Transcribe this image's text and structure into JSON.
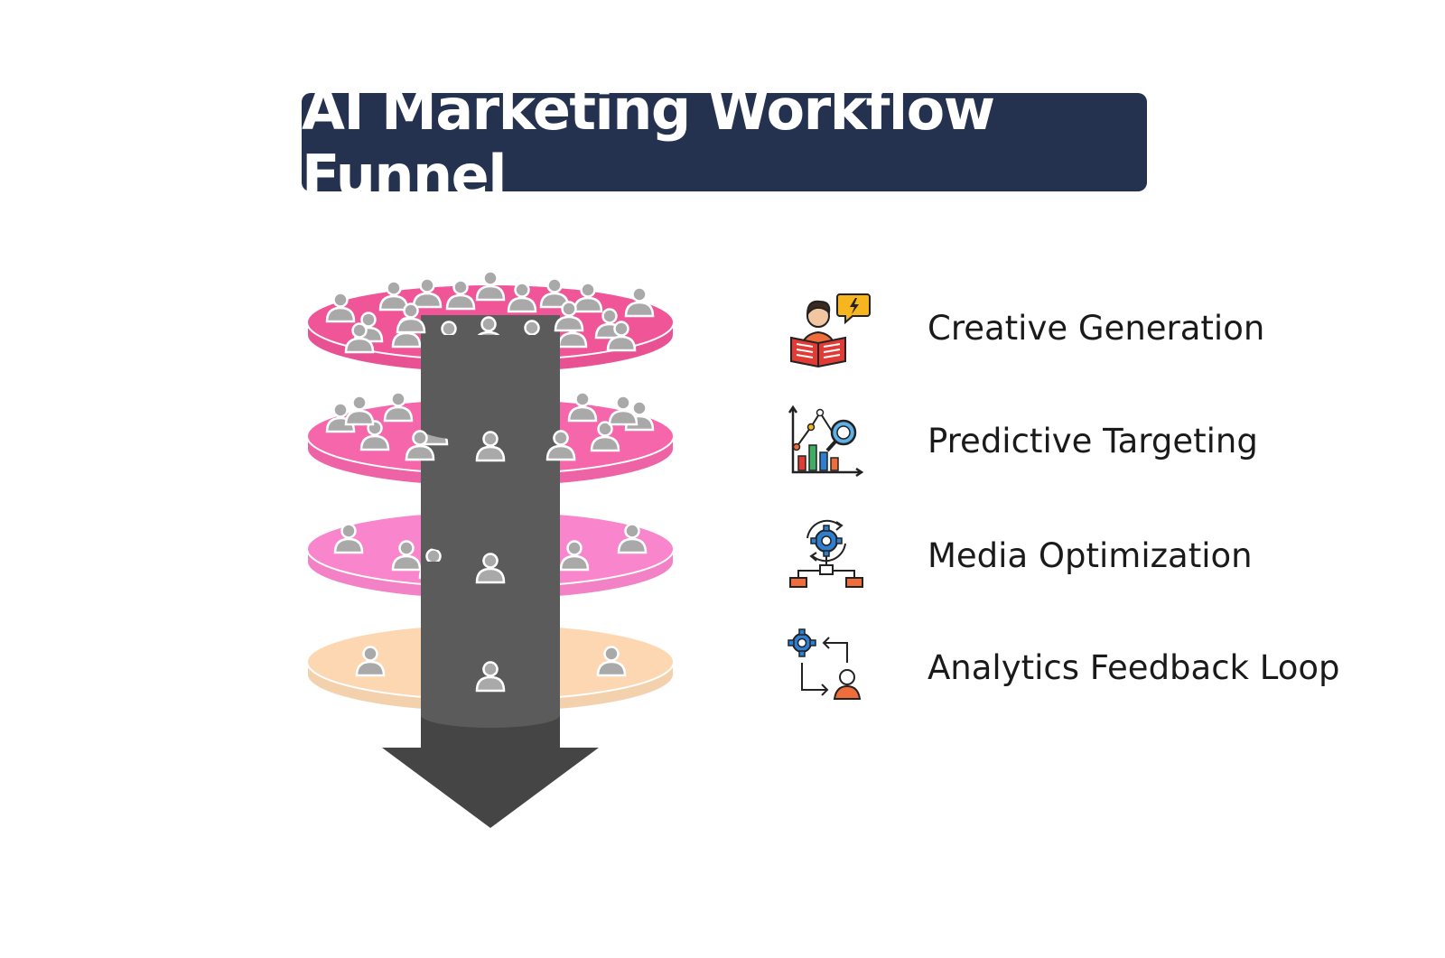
{
  "title": "AI Marketing Workflow Funnel",
  "colors": {
    "banner": "#243250",
    "tier1": "#ef5597",
    "tier2": "#f566aa",
    "tier3": "#f985cc",
    "tier4": "#fcd7b2",
    "core": "#5b5b5b",
    "arrow": "#454545",
    "person": "#a9a9a9"
  },
  "funnel": {
    "tiers": [
      {
        "name": "tier-1",
        "color": "#ef5597",
        "people": 20
      },
      {
        "name": "tier-2",
        "color": "#f566aa",
        "people": 12
      },
      {
        "name": "tier-3",
        "color": "#f985cc",
        "people": 6
      },
      {
        "name": "tier-4",
        "color": "#fcd7b2",
        "people": 3
      }
    ]
  },
  "legend": [
    {
      "label": "Creative Generation",
      "icon": "reading-person-icon"
    },
    {
      "label": "Predictive Targeting",
      "icon": "analytics-search-icon"
    },
    {
      "label": "Media Optimization",
      "icon": "gear-network-icon"
    },
    {
      "label": "Analytics Feedback Loop",
      "icon": "feedback-loop-icon"
    }
  ]
}
